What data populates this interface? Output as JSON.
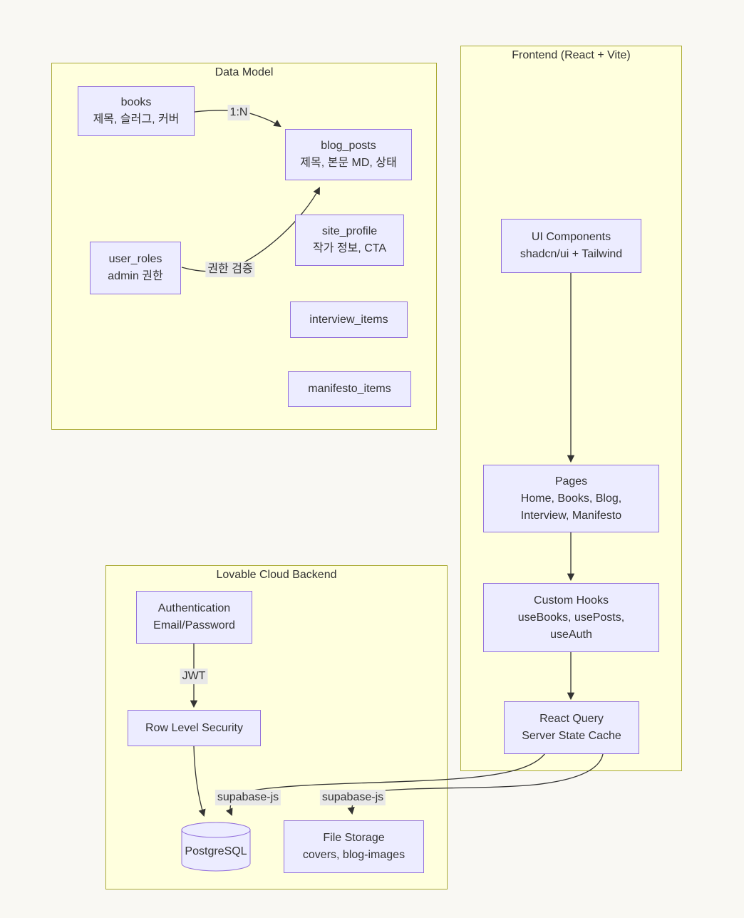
{
  "diagram_type": "mermaid-flowchart",
  "clusters": {
    "data_model": {
      "title": "Data Model"
    },
    "frontend": {
      "title": "Frontend (React + Vite)"
    },
    "backend": {
      "title": "Lovable Cloud Backend"
    }
  },
  "nodes": {
    "books": {
      "lines": [
        "books",
        "제목, 슬러그, 커버"
      ]
    },
    "blog_posts": {
      "lines": [
        "blog_posts",
        "제목, 본문 MD, 상태"
      ]
    },
    "site_profile": {
      "lines": [
        "site_profile",
        "작가 정보, CTA"
      ]
    },
    "user_roles": {
      "lines": [
        "user_roles",
        "admin 권한"
      ]
    },
    "interview_items": {
      "lines": [
        "interview_items"
      ]
    },
    "manifesto_items": {
      "lines": [
        "manifesto_items"
      ]
    },
    "ui_components": {
      "lines": [
        "UI Components",
        "shadcn/ui + Tailwind"
      ]
    },
    "pages": {
      "lines": [
        "Pages",
        "Home, Books, Blog,",
        "Interview, Manifesto"
      ]
    },
    "custom_hooks": {
      "lines": [
        "Custom Hooks",
        "useBooks, usePosts,",
        "useAuth"
      ]
    },
    "react_query": {
      "lines": [
        "React Query",
        "Server State Cache"
      ]
    },
    "authentication": {
      "lines": [
        "Authentication",
        "Email/Password"
      ]
    },
    "row_level_security": {
      "lines": [
        "Row Level Security"
      ]
    },
    "postgresql": {
      "lines": [
        "PostgreSQL"
      ],
      "shape": "cylinder"
    },
    "file_storage": {
      "lines": [
        "File Storage",
        "covers, blog-images"
      ]
    }
  },
  "edges": [
    {
      "from": "books",
      "to": "blog_posts",
      "label": "1:N"
    },
    {
      "from": "user_roles",
      "to": "blog_posts",
      "label": "권한 검증"
    },
    {
      "from": "ui_components",
      "to": "pages",
      "label": ""
    },
    {
      "from": "pages",
      "to": "custom_hooks",
      "label": ""
    },
    {
      "from": "custom_hooks",
      "to": "react_query",
      "label": ""
    },
    {
      "from": "authentication",
      "to": "row_level_security",
      "label": "JWT"
    },
    {
      "from": "row_level_security",
      "to": "postgresql",
      "label": ""
    },
    {
      "from": "react_query",
      "to": "postgresql",
      "label": "supabase-js"
    },
    {
      "from": "react_query",
      "to": "file_storage",
      "label": "supabase-js"
    }
  ],
  "colors": {
    "canvas_bg": "#f9f8f3",
    "cluster_fill": "#ffffde",
    "cluster_border": "#aaaa33",
    "node_fill": "#ECECFF",
    "node_border": "#9370DB",
    "edge_color": "#333333",
    "label_bg": "#e8e8e8",
    "text_color": "#333333"
  }
}
